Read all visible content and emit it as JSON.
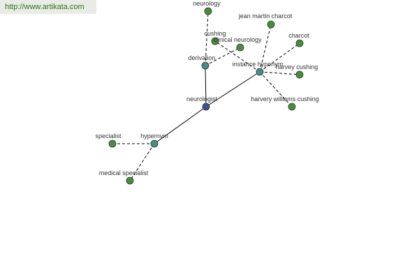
{
  "watermark": "http://www.artikata.com",
  "colors": {
    "root": "#3f4f8f",
    "relation": "#4b8a86",
    "leaf": "#4b8a3f",
    "node_stroke": "#2a3a2a",
    "edge": "#000000"
  },
  "graph": {
    "nodes": [
      {
        "id": "neurologist",
        "label": "neurologist",
        "kind": "root"
      },
      {
        "id": "derivation",
        "label": "derivation",
        "kind": "relation"
      },
      {
        "id": "instance-hyponym",
        "label": "instance hyponym",
        "kind": "relation"
      },
      {
        "id": "hypernym",
        "label": "hypernym",
        "kind": "relation"
      },
      {
        "id": "neurology",
        "label": "neurology",
        "kind": "leaf"
      },
      {
        "id": "clinical-neurology",
        "label": "clinical neurology",
        "kind": "leaf"
      },
      {
        "id": "cushing",
        "label": "cushing",
        "kind": "leaf"
      },
      {
        "id": "jean-martin-charcot",
        "label": "jean martin charcot",
        "kind": "leaf"
      },
      {
        "id": "charcot",
        "label": "charcot",
        "kind": "leaf"
      },
      {
        "id": "harvey-cushing",
        "label": "harvey cushing",
        "kind": "leaf"
      },
      {
        "id": "harvery-williams-cushing",
        "label": "harvery williams cushing",
        "kind": "leaf"
      },
      {
        "id": "specialist",
        "label": "specialist",
        "kind": "leaf"
      },
      {
        "id": "medical-specialist",
        "label": "medical specialist",
        "kind": "leaf"
      }
    ],
    "edges": [
      {
        "from": "neurologist",
        "to": "derivation",
        "style": "solid"
      },
      {
        "from": "neurologist",
        "to": "instance-hyponym",
        "style": "solid"
      },
      {
        "from": "neurologist",
        "to": "hypernym",
        "style": "solid"
      },
      {
        "from": "derivation",
        "to": "neurology",
        "style": "dashed"
      },
      {
        "from": "derivation",
        "to": "clinical-neurology",
        "style": "dashed"
      },
      {
        "from": "instance-hyponym",
        "to": "cushing",
        "style": "dashed"
      },
      {
        "from": "instance-hyponym",
        "to": "jean-martin-charcot",
        "style": "dashed"
      },
      {
        "from": "instance-hyponym",
        "to": "charcot",
        "style": "dashed"
      },
      {
        "from": "instance-hyponym",
        "to": "harvey-cushing",
        "style": "dashed"
      },
      {
        "from": "instance-hyponym",
        "to": "harvery-williams-cushing",
        "style": "dashed"
      },
      {
        "from": "hypernym",
        "to": "specialist",
        "style": "dashed"
      },
      {
        "from": "hypernym",
        "to": "medical-specialist",
        "style": "dashed"
      }
    ]
  }
}
